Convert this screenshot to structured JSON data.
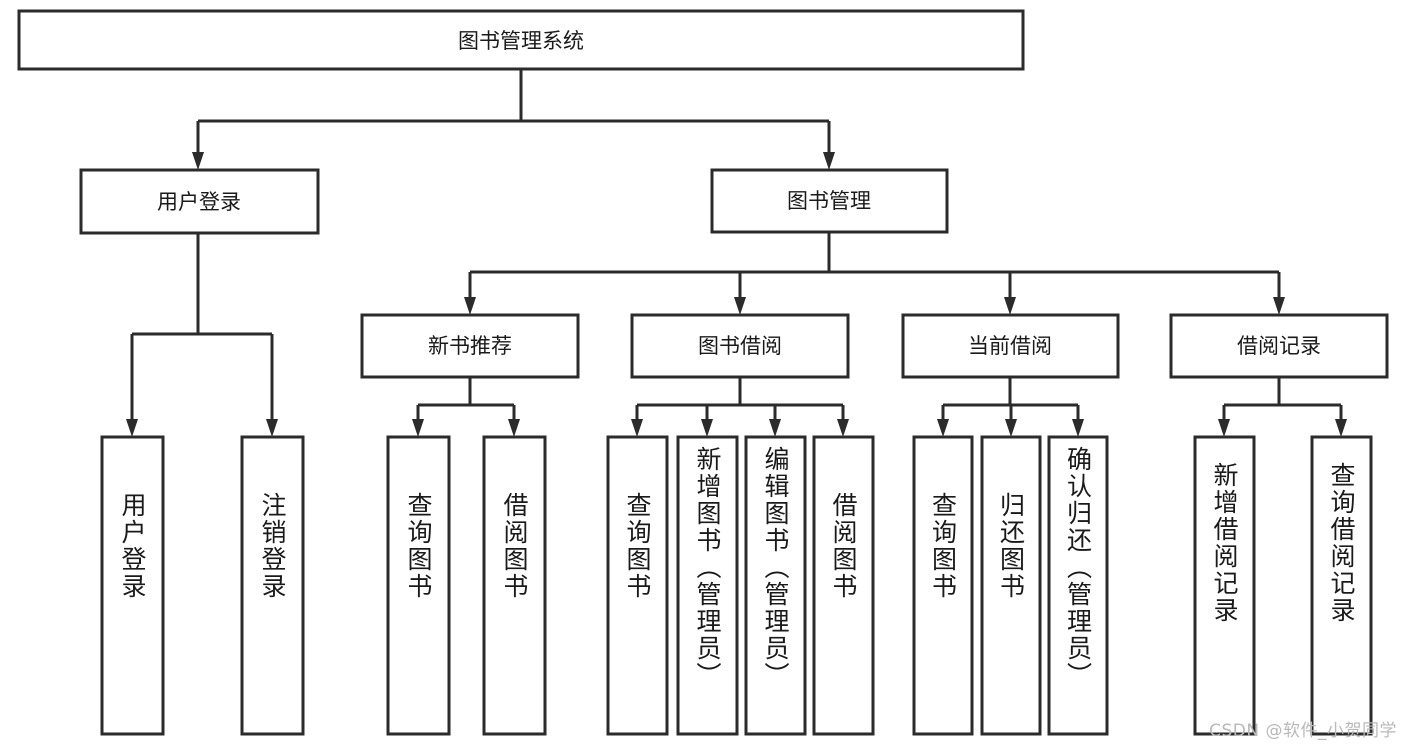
{
  "diagram": {
    "title": "图书管理系统",
    "type": "tree-hierarchy-diagram",
    "root": {
      "label": "图书管理系统"
    },
    "level2": [
      {
        "label": "用户登录"
      },
      {
        "label": "图书管理"
      }
    ],
    "level3": [
      {
        "label": "新书推荐"
      },
      {
        "label": "图书借阅"
      },
      {
        "label": "当前借阅"
      },
      {
        "label": "借阅记录"
      }
    ],
    "leaves": {
      "user_login": [
        {
          "label": "用户登录"
        },
        {
          "label": "注销登录"
        }
      ],
      "new_book_recommend": [
        {
          "label": "查询图书"
        },
        {
          "label": "借阅图书"
        }
      ],
      "book_borrow": [
        {
          "label": "查询图书"
        },
        {
          "label": "新增图书（管理员）"
        },
        {
          "label": "编辑图书（管理员）"
        },
        {
          "label": "借阅图书"
        }
      ],
      "current_borrow": [
        {
          "label": "查询图书"
        },
        {
          "label": "归还图书"
        },
        {
          "label": "确认归还（管理员）"
        }
      ],
      "borrow_record": [
        {
          "label": "新增借阅记录"
        },
        {
          "label": "查询借阅记录"
        }
      ]
    },
    "watermark": "CSDN @软件_小贺同学",
    "colors": {
      "box_stroke": "#2b2b2b",
      "box_fill": "#ffffff",
      "text": "#1a1a1a",
      "background": "#ffffff",
      "watermark": "#b9b9b9"
    }
  }
}
